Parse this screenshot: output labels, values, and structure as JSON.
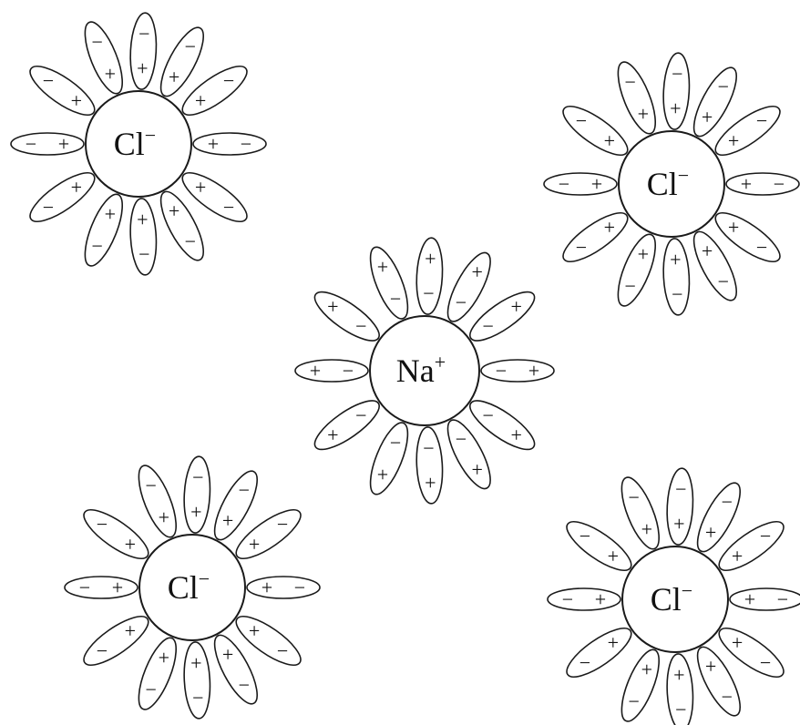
{
  "ions": [
    {
      "id": "cl-top-left",
      "element": "Cl",
      "charge": "−",
      "dipoles_point": "positive-in"
    },
    {
      "id": "cl-top-right",
      "element": "Cl",
      "charge": "−",
      "dipoles_point": "positive-in"
    },
    {
      "id": "na-center",
      "element": "Na",
      "charge": "+",
      "dipoles_point": "negative-in"
    },
    {
      "id": "cl-bottom-left",
      "element": "Cl",
      "charge": "−",
      "dipoles_point": "positive-in"
    },
    {
      "id": "cl-bottom-right",
      "element": "Cl",
      "charge": "−",
      "dipoles_point": "positive-in"
    }
  ],
  "symbols": {
    "positive": "+",
    "negative": "−"
  },
  "colors": {
    "stroke": "#1a1a1a",
    "background": "#ffffff"
  }
}
